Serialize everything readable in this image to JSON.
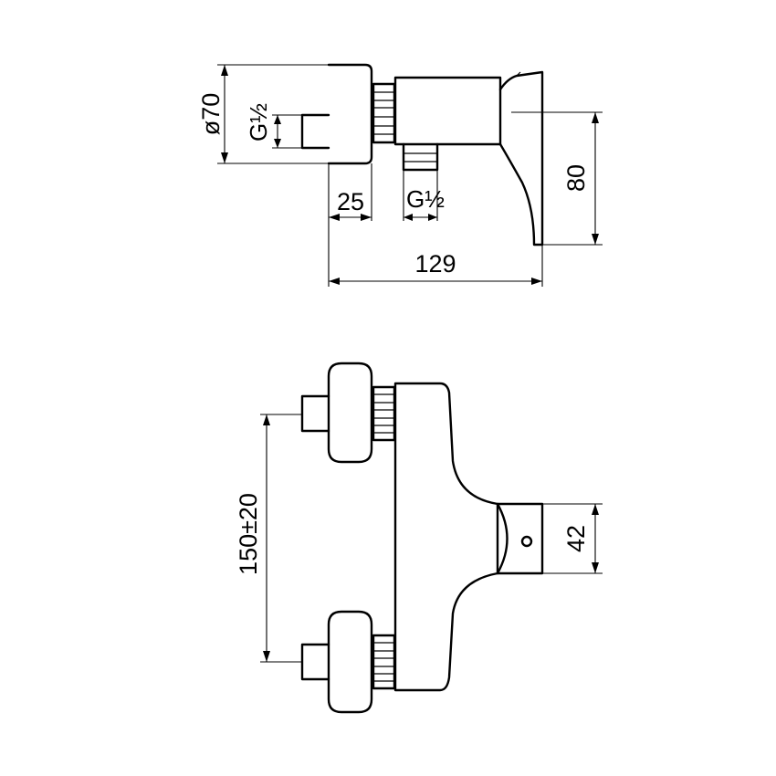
{
  "top_view": {
    "diameter": "ø70",
    "thread_left": "G½",
    "thread_bottom": "G½",
    "depth": "25",
    "total_length": "129",
    "height": "80"
  },
  "front_view": {
    "spacing": "150±20",
    "handle_height": "42"
  }
}
